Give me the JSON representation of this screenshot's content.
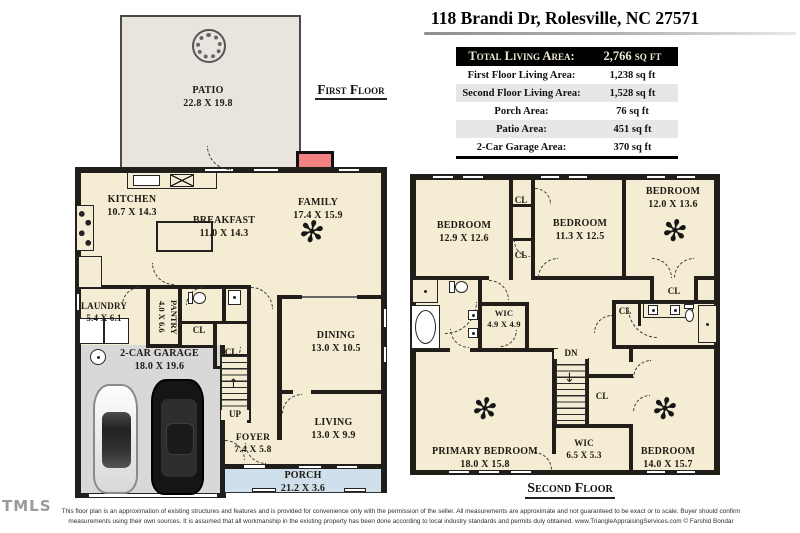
{
  "title": "118 Brandi Dr, Rolesville, NC 27571",
  "area_table": {
    "header": {
      "label": "Total Living Area:",
      "value": "2,766 sq ft"
    },
    "rows": [
      {
        "label": "First Floor Living Area:",
        "value": "1,238 sq ft"
      },
      {
        "label": "Second Floor Living Area:",
        "value": "1,528 sq ft"
      },
      {
        "label": "Porch Area:",
        "value": "76 sq ft"
      },
      {
        "label": "Patio Area:",
        "value": "451 sq ft"
      },
      {
        "label": "2-Car Garage Area:",
        "value": "370 sq ft"
      }
    ]
  },
  "first_floor": {
    "label": "First Floor",
    "rooms": {
      "patio": {
        "name": "PATIO",
        "dims": "22.8 X 19.8"
      },
      "kitchen": {
        "name": "KITCHEN",
        "dims": "10.7 X 14.3"
      },
      "breakfast": {
        "name": "BREAKFAST",
        "dims": "11.0 X 14.3"
      },
      "family": {
        "name": "FAMILY",
        "dims": "17.4 X 15.9"
      },
      "laundry": {
        "name": "LAUNDRY",
        "dims": "5.4 X 6.1"
      },
      "pantry": {
        "name": "PANTRY",
        "dims": "4.0 X 6.6"
      },
      "garage": {
        "name": "2-CAR GARAGE",
        "dims": "18.0 X 19.6"
      },
      "dining": {
        "name": "DINING",
        "dims": "13.0 X 10.5"
      },
      "living": {
        "name": "LIVING",
        "dims": "13.0 X 9.9"
      },
      "foyer": {
        "name": "FOYER",
        "dims": "7.4 X 5.8"
      },
      "porch": {
        "name": "PORCH",
        "dims": "21.2 X 3.6"
      },
      "closet1": "CL",
      "closet2": "CL",
      "up": "UP"
    }
  },
  "second_floor": {
    "label": "Second Floor",
    "rooms": {
      "bedroom1": {
        "name": "BEDROOM",
        "dims": "12.9 X 12.6"
      },
      "bedroom2": {
        "name": "BEDROOM",
        "dims": "11.3 X 12.5"
      },
      "bedroom3": {
        "name": "BEDROOM",
        "dims": "12.0 X 13.6"
      },
      "primary": {
        "name": "PRIMARY BEDROOM",
        "dims": "18.0 X 15.8"
      },
      "bedroom4": {
        "name": "BEDROOM",
        "dims": "14.0 X 15.7"
      },
      "wic1": {
        "name": "WIC",
        "dims": "4.9 X 4.9"
      },
      "wic2": {
        "name": "WIC",
        "dims": "6.5 X 5.3"
      },
      "cl_top": "CL",
      "cl_mid": "CL",
      "cl_bedroom3": "CL",
      "cl_bath": "CL",
      "cl_stairs": "CL",
      "dn": "DN"
    }
  },
  "icons": {
    "ceiling_fan": "✻",
    "up_arrow": "↑",
    "down_arrow": "↓"
  },
  "footer": {
    "logo": "TMLS",
    "disclaimer_line1": "This floor plan is an approximation of existing structures and features and is provided for convenience only with the permission of the seller.  All measurements are approximate and not guaranteed to be exact or to scale.  Buyer should confirm",
    "disclaimer_line2": "measurements using their own sources.  It is assumed that all workmanship in the existing property has been done according to local industry standards and permits duly obtained.      www.TriangleAppraisingServices.com      © Farshid Bondar"
  },
  "colors": {
    "wall": "#211d18",
    "ink": "#1f1a12",
    "floor": "#f4edd3",
    "patio": "#e9e5de",
    "garage": "#d8d8d8",
    "porch": "#cfe0ec",
    "fireplace": "#f48181",
    "table_header_bg": "#000000",
    "table_header_text": "#efe8d4",
    "row_alt": "#e7e7e7"
  }
}
